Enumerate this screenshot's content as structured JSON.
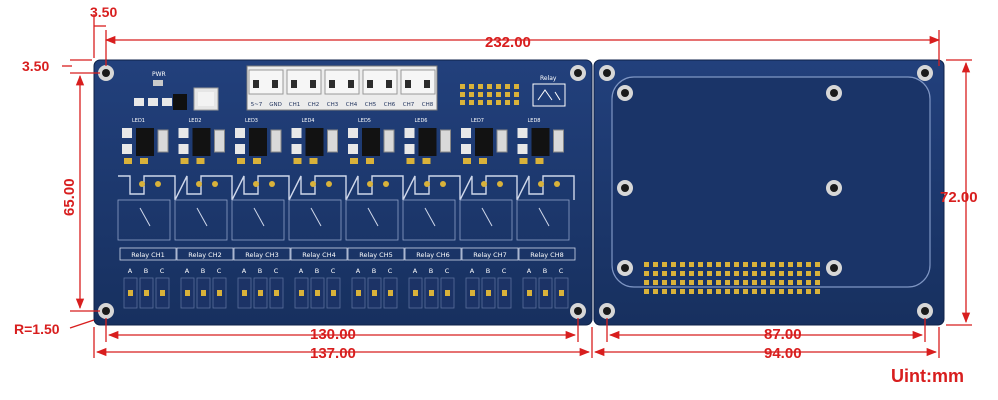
{
  "dimensions": {
    "top_offset_x": "3.50",
    "top_offset_y": "3.50",
    "total_width": "232.00",
    "relay_height": "65.00",
    "hat_height": "72.00",
    "relay_hole_span": "130.00",
    "relay_width": "137.00",
    "hat_hole_span": "87.00",
    "hat_width": "94.00",
    "corner_radius": "R=1.50"
  },
  "unit_label": "Uint:mm",
  "silkscreen": {
    "pwr": "PWR",
    "relay": "Relay",
    "terminals": [
      "5~7",
      "GND",
      "CH1",
      "CH2",
      "CH3",
      "CH4",
      "CH5",
      "CH6",
      "CH7",
      "CH8"
    ],
    "leds": [
      "LED1",
      "LED2",
      "LED3",
      "LED4",
      "LED5",
      "LED6",
      "LED7",
      "LED8"
    ],
    "channels": [
      "Relay CH1",
      "Relay CH2",
      "Relay CH3",
      "Relay CH4",
      "Relay CH5",
      "Relay CH6",
      "Relay CH7",
      "Relay CH8"
    ],
    "pins": [
      "A",
      "B",
      "C"
    ]
  },
  "colors": {
    "dimension": "#d81e1e",
    "pcb": "#1f3b73",
    "pcb_dark": "#142a57",
    "gold": "#d9b23a"
  }
}
